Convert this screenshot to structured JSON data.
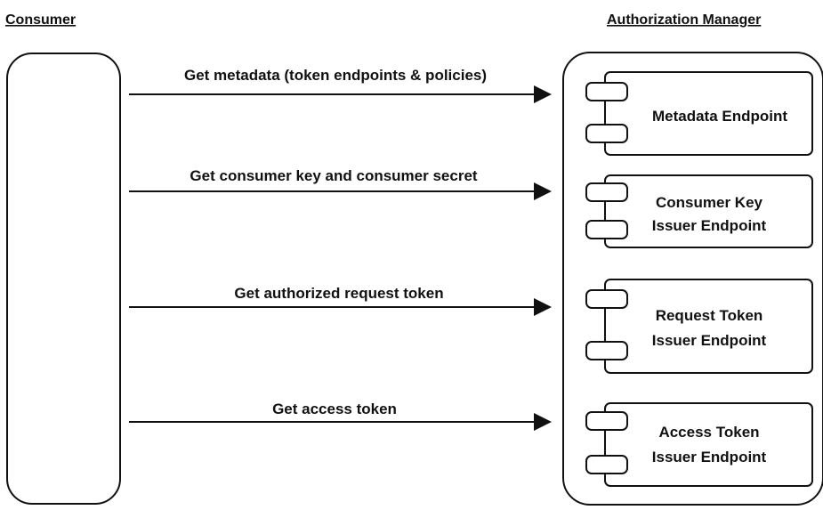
{
  "labels": {
    "consumer": "Consumer",
    "authorization_manager": "Authorization Manager"
  },
  "messages": [
    {
      "text": "Get metadata (token endpoints & policies)"
    },
    {
      "text": "Get consumer key and consumer secret"
    },
    {
      "text": "Get authorized request token"
    },
    {
      "text": "Get access token"
    }
  ],
  "endpoints": [
    {
      "lines": [
        "Metadata Endpoint"
      ]
    },
    {
      "lines": [
        "Consumer Key",
        "Issuer Endpoint"
      ]
    },
    {
      "lines": [
        "Request Token",
        "Issuer Endpoint"
      ]
    },
    {
      "lines": [
        "Access Token",
        "Issuer Endpoint"
      ]
    }
  ]
}
